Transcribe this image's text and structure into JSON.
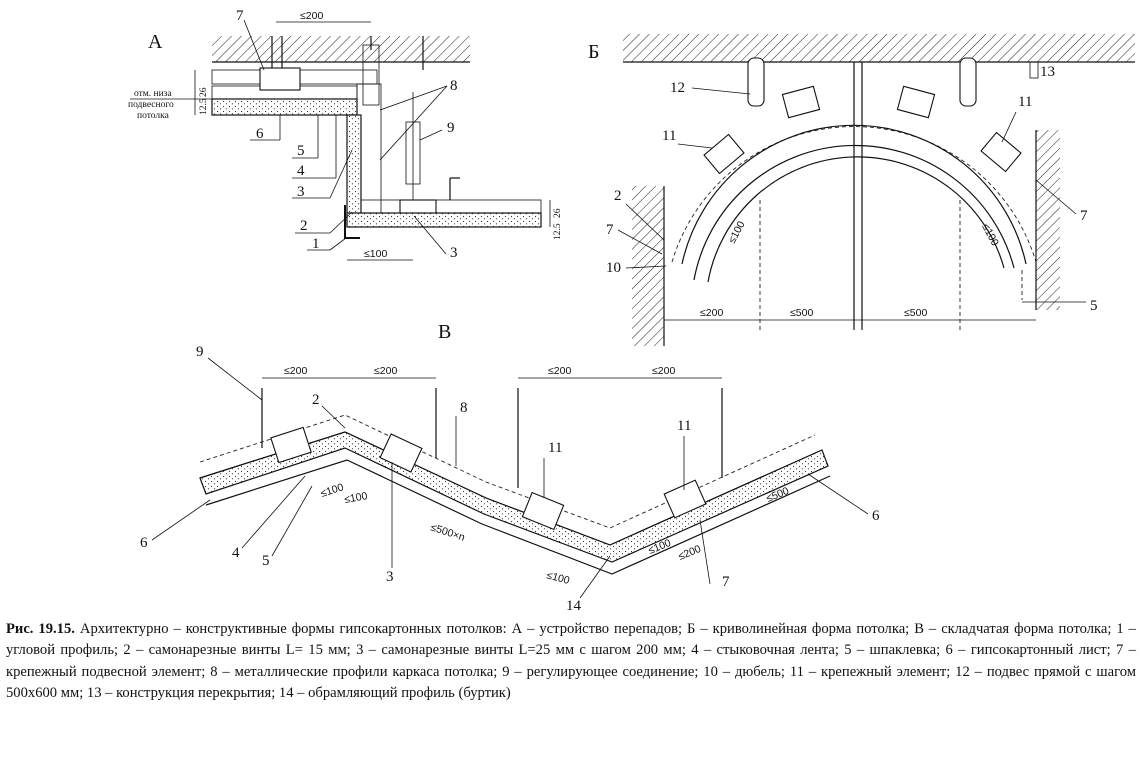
{
  "panels": {
    "a": "А",
    "b": "Б",
    "v": "В"
  },
  "callouts": {
    "a": [
      "7",
      "8",
      "9",
      "6",
      "5",
      "4",
      "3",
      "2",
      "1",
      "3"
    ],
    "b": [
      "12",
      "11",
      "11",
      "13",
      "2",
      "7",
      "10",
      "7",
      "5"
    ],
    "v": [
      "9",
      "2",
      "8",
      "11",
      "11",
      "6",
      "4",
      "5",
      "3",
      "14",
      "7",
      "6"
    ]
  },
  "labels": {
    "a_mark_line1": "отм. низа",
    "a_mark_line2": "подвесного",
    "a_mark_line3": "потолка",
    "a_d1": "26",
    "a_d2": "12.5",
    "a_d3": "26",
    "a_d4": "12.5",
    "a_top": "≤200",
    "a_bottom": "≤100",
    "b_d1": "≤200",
    "b_d2": "≤500",
    "b_d3": "≤500",
    "b_r1": "≤100",
    "b_r2": "≤100",
    "v_d1": "≤200",
    "v_d2": "≤200",
    "v_d3": "≤200",
    "v_d4": "≤200",
    "v_e1": "≤100",
    "v_e2": "≤100",
    "v_e3": "≤500×n",
    "v_e4": "≤100",
    "v_e5": "≤100",
    "v_e6": "≤200",
    "v_e7": "≤500"
  },
  "caption": {
    "label": "Рис. 19.15.",
    "text": "Архитектурно – конструктивные формы гипсокартонных потолков: А – устройство перепадов; Б – криволинейная форма потолка; В – складчатая форма потолка; 1 – угловой профиль; 2 – самонарезные винты L= 15 мм; 3 – самонарезные винты L=25 мм с шагом 200 мм; 4 – стыковочная лента; 5 – шпаклевка; 6 – гипсокартонный лист; 7 – крепежный подвесной элемент; 8 – металлические профили каркаса потолка; 9 – регулирующее соединение; 10 – дюбель; 11 – крепежный элемент; 12 – подвес прямой с шагом 500х600 мм; 13 – конструкция перекрытия; 14 – обрамляющий профиль (буртик)"
  }
}
